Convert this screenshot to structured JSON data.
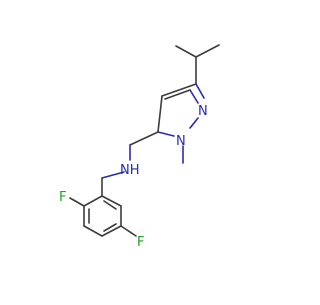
{
  "molecule": {
    "atoms": {
      "n_amine": "NH",
      "n_pyrazole_ring": "N",
      "n_pyrazole_methyl": "N",
      "f_ortho": "F",
      "f_meta": "F"
    },
    "colors": {
      "bond": "#3c3c3c",
      "nitrogen": "#2929b8",
      "fluorine": "#1f9f1f",
      "background": "#ffffff"
    }
  }
}
